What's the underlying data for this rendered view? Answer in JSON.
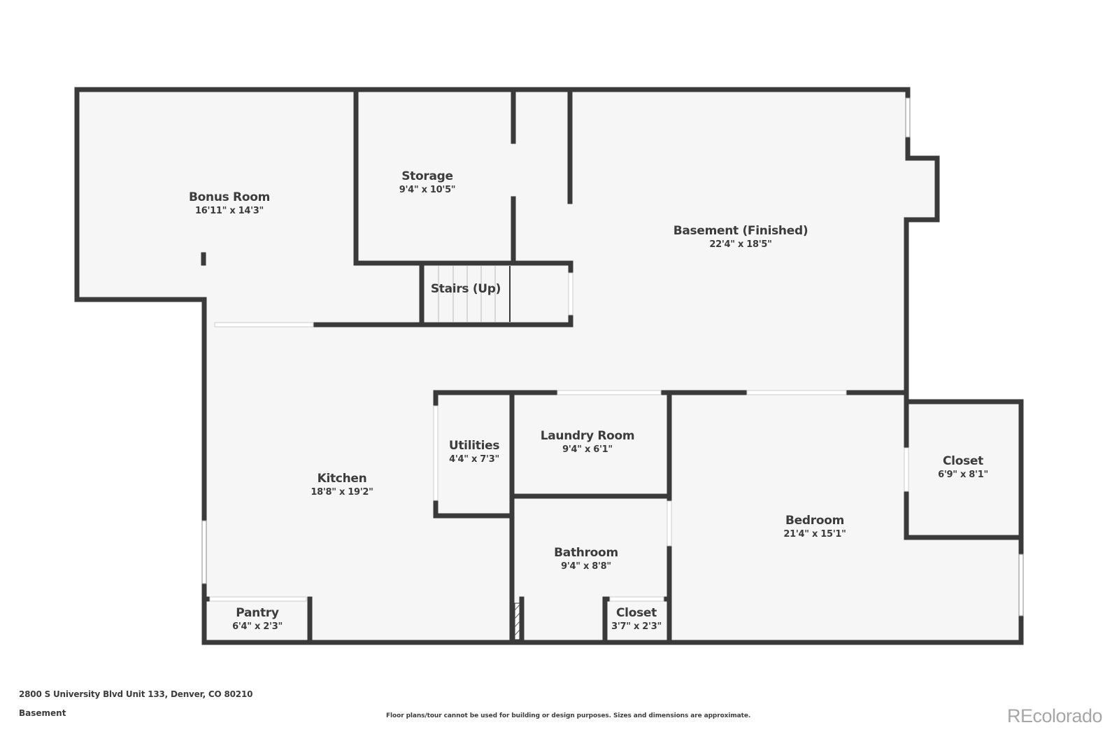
{
  "floor_plan": {
    "title": "Basement",
    "address": "2800 S University Blvd Unit 133, Denver, CO 80210",
    "colors": {
      "wall": "#3a3a3a",
      "floor": "#f6f6f6",
      "background": "#ffffff",
      "text": "#3c3c3c",
      "brand": "#a6a6a6"
    },
    "rooms": [
      {
        "name": "Bonus Room",
        "dimensions": "16'11\" x 14'3\""
      },
      {
        "name": "Storage",
        "dimensions": "9'4\" x 10'5\""
      },
      {
        "name": "Basement (Finished)",
        "dimensions": "22'4\" x 18'5\""
      },
      {
        "name": "Stairs (Up)",
        "dimensions": ""
      },
      {
        "name": "Utilities",
        "dimensions": "4'4\" x 7'3\""
      },
      {
        "name": "Laundry Room",
        "dimensions": "9'4\" x 6'1\""
      },
      {
        "name": "Kitchen",
        "dimensions": "18'8\" x 19'2\""
      },
      {
        "name": "Closet",
        "dimensions": "6'9\" x 8'1\""
      },
      {
        "name": "Bedroom",
        "dimensions": "21'4\" x 15'1\""
      },
      {
        "name": "Bathroom",
        "dimensions": "9'4\" x 8'8\""
      },
      {
        "name": "Pantry",
        "dimensions": "6'4\" x 2'3\""
      },
      {
        "name": "Closet",
        "dimensions": "3'7\" x 2'3\""
      }
    ]
  },
  "footer": {
    "address": "2800 S University Blvd Unit 133, Denver, CO 80210",
    "floor_name": "Basement",
    "disclaimer": "Floor plans/tour cannot be used for building or design purposes. Sizes and dimensions are approximate.",
    "brand": "REcolorado"
  }
}
